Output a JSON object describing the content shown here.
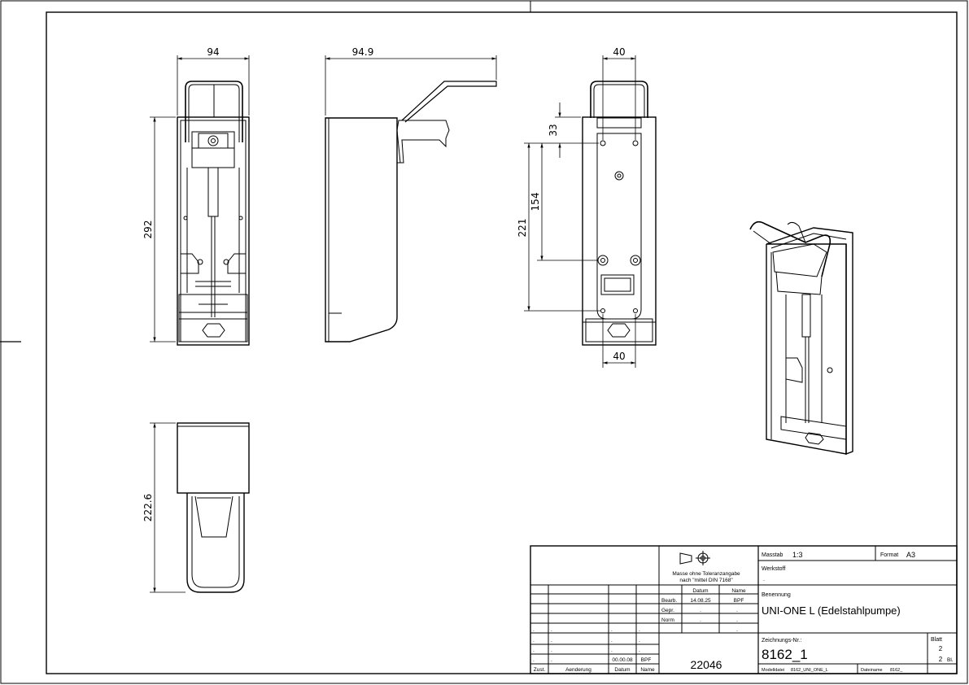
{
  "dimensions": {
    "front_width": "94",
    "side_depth": "94.9",
    "height": "292",
    "back_width_top": "40",
    "back_width_bottom": "40",
    "back_v1": "33",
    "back_v2": "154",
    "back_v3": "221",
    "bottom_depth": "222.6"
  },
  "title_block": {
    "tolerance_note_1": "Masse ohne Toleranzangabe",
    "tolerance_note_2": "nach \"mittel DIN 7168\"",
    "col_datum": "Datum",
    "col_name": "Name",
    "row_bearb": "Bearb.",
    "bearb_date": "14.08.25",
    "bearb_name": "BPF",
    "row_gepr": "Gepr.",
    "row_norm": "Norm",
    "dot": ".",
    "rev_date": "00.00.08",
    "rev_name": "BPF",
    "hdr_zust": "Zust.",
    "hdr_aenderung": "Aenderung",
    "hdr_datum": "Datum",
    "hdr_name": "Name",
    "ref_number": "22046",
    "massstab_label": "Masstab",
    "massstab_value": "1:3",
    "format_label": "Format",
    "format_value": "A3",
    "werkstoff_label": "Werkstoff",
    "benennung_label": "Benennung",
    "benennung_value": "UNI-ONE L (Edelstahlpumpe)",
    "zeichnungsnr_label": "Zeichnungs-Nr.:",
    "zeichnungsnr_value": "8162_1",
    "blatt_label": "Blatt",
    "blatt_value": "2",
    "blatt_total": "2",
    "blatt_suffix": "Bl.",
    "modelldatei_label": "Modelldatei",
    "modelldatei_value": "8162_UNI_ONE_L",
    "dateiname_label": "Dateiname",
    "dateiname_value": "8162_"
  }
}
